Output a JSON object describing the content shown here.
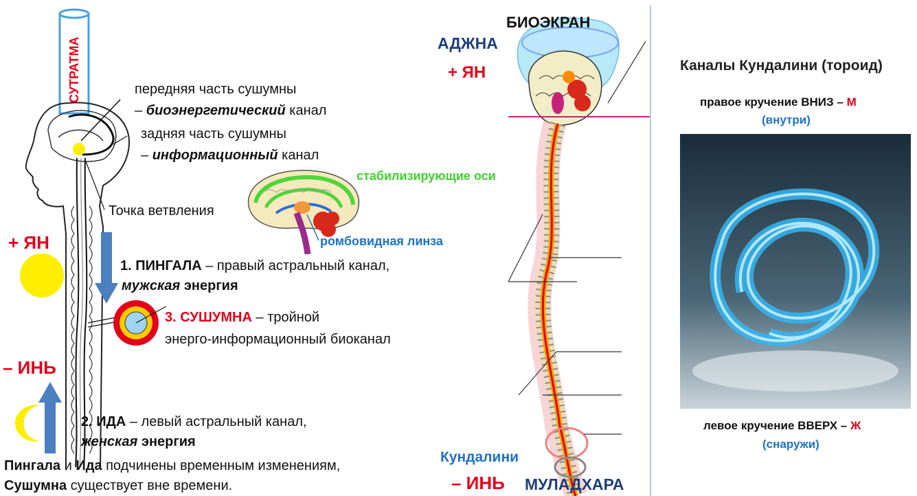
{
  "left": {
    "sutratma": "СУТРАТМА",
    "front_sushumna_line1": "передняя часть сушумны",
    "front_sushumna_dash": "– ",
    "front_sushumna_bold": "биоэнергетический",
    "front_sushumna_tail": " канал",
    "back_sushumna_line1": "задняя часть сушумны",
    "back_sushumna_dash": "– ",
    "back_sushumna_bold": "информационный",
    "back_sushumna_tail": " канал",
    "branch_point": "Точка ветвления",
    "yang": "+ ЯН",
    "yin": "– ИНЬ",
    "pingala_bold": "1. ПИНГАЛА",
    "pingala_text": " – правый астральный канал,",
    "pingala_energy_italic": "мужская",
    "pingala_energy_word": " энергия",
    "sushumna_bold": "3. СУШУМНА",
    "sushumna_text": " – тройной",
    "sushumna_line2": "энерго-информационный биоканал",
    "ida_bold": "2. ИДА",
    "ida_text": " – левый астральный канал,",
    "ida_energy_italic": "женская",
    "ida_energy_word": " энергия",
    "footer_pingala": "Пингала",
    "footer_and": " и ",
    "footer_ida": "Ида",
    "footer_line1_tail": " подчинены временным изменениям,",
    "footer_sushumna": "Сушумна",
    "footer_line2_tail": " существует вне времени."
  },
  "middle": {
    "stabilizing_axes": "стабилизирующие оси",
    "rhomboid_lens": "ромбовидная линза",
    "bioscreen": "БИОЭКРАН",
    "ajna": "АДЖНА",
    "yang": "+ ЯН",
    "kundalini": "Кундалини",
    "yin": "– ИНЬ",
    "muladhara": "МУЛАДХАРА"
  },
  "right": {
    "title": "Каналы Кундалини (тороид)",
    "right_twist": "правое кручение ВНИЗ – ",
    "right_twist_letter": "М",
    "right_twist_sub": "(внутри)",
    "left_twist": "левое кручение ВВЕРХ – ",
    "left_twist_letter": "Ж",
    "left_twist_sub": "(снаружи)"
  },
  "colors": {
    "red": "#e3001b",
    "navy": "#1f3e78",
    "blue": "#1d72c8",
    "green": "#3cd42b",
    "arrow": "#4a7fc0",
    "sun": "#ffee00",
    "torus": "#36b6f2"
  }
}
